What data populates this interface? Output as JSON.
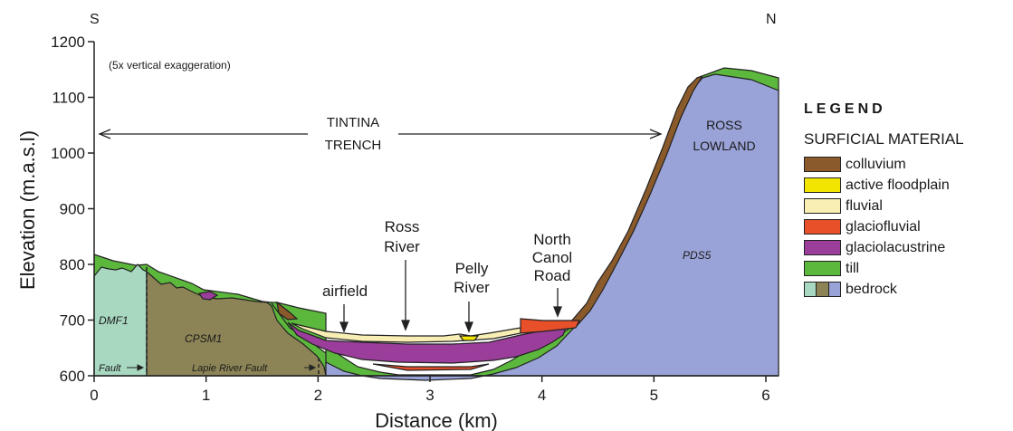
{
  "compass": {
    "left": "S",
    "right": "N"
  },
  "axes": {
    "xlabel": "Distance (km)",
    "ylabel": "Elevation (m.a.s.l)",
    "x_ticks": [
      "0",
      "1",
      "2",
      "3",
      "4",
      "5",
      "6"
    ],
    "y_ticks": [
      "600",
      "700",
      "800",
      "900",
      "1000",
      "1100",
      "1200"
    ],
    "xlim": [
      0,
      6.2
    ],
    "ylim": [
      600,
      1200
    ]
  },
  "annotations": {
    "exaggeration": "(5x vertical exaggeration)",
    "trench_line1": "TINTINA",
    "trench_line2": "TRENCH",
    "lowland_line1": "ROSS",
    "lowland_line2": "LOWLAND",
    "airfield": "airfield",
    "ross_river_1": "Ross",
    "ross_river_2": "River",
    "pelly_1": "Pelly",
    "pelly_2": "River",
    "canol_1": "North",
    "canol_2": "Canol",
    "canol_3": "Road",
    "unit_dmf": "DMF1",
    "unit_cpsm": "CPSM1",
    "unit_pds": "PDS5",
    "fault": "Fault",
    "lapie_fault": "Lapie River Fault"
  },
  "legend": {
    "title": "LEGEND",
    "subtitle": "SURFICIAL MATERIAL",
    "items": [
      {
        "label": "colluvium",
        "colors": [
          "#8a5a2b"
        ]
      },
      {
        "label": "active floodplain",
        "colors": [
          "#f2e600"
        ]
      },
      {
        "label": "fluvial",
        "colors": [
          "#f9efb4"
        ]
      },
      {
        "label": "glaciofluvial",
        "colors": [
          "#e8502a"
        ]
      },
      {
        "label": "glaciolacustrine",
        "colors": [
          "#9b3d9a"
        ]
      },
      {
        "label": "till",
        "colors": [
          "#5cb83c"
        ]
      },
      {
        "label": "bedrock",
        "colors": [
          "#a8d8c0",
          "#8c8456",
          "#9aa3d8"
        ]
      }
    ]
  },
  "colors": {
    "bedrock_dmf": "#a8d8c0",
    "bedrock_cpsm": "#8c8456",
    "bedrock_pds": "#9aa3d8",
    "till": "#5cb83c",
    "colluvium": "#8a5a2b",
    "glaciolacustrine": "#9b3d9a",
    "fluvial": "#f9efb4",
    "glaciofluvial": "#e8502a",
    "active_floodplain": "#f2e600"
  }
}
